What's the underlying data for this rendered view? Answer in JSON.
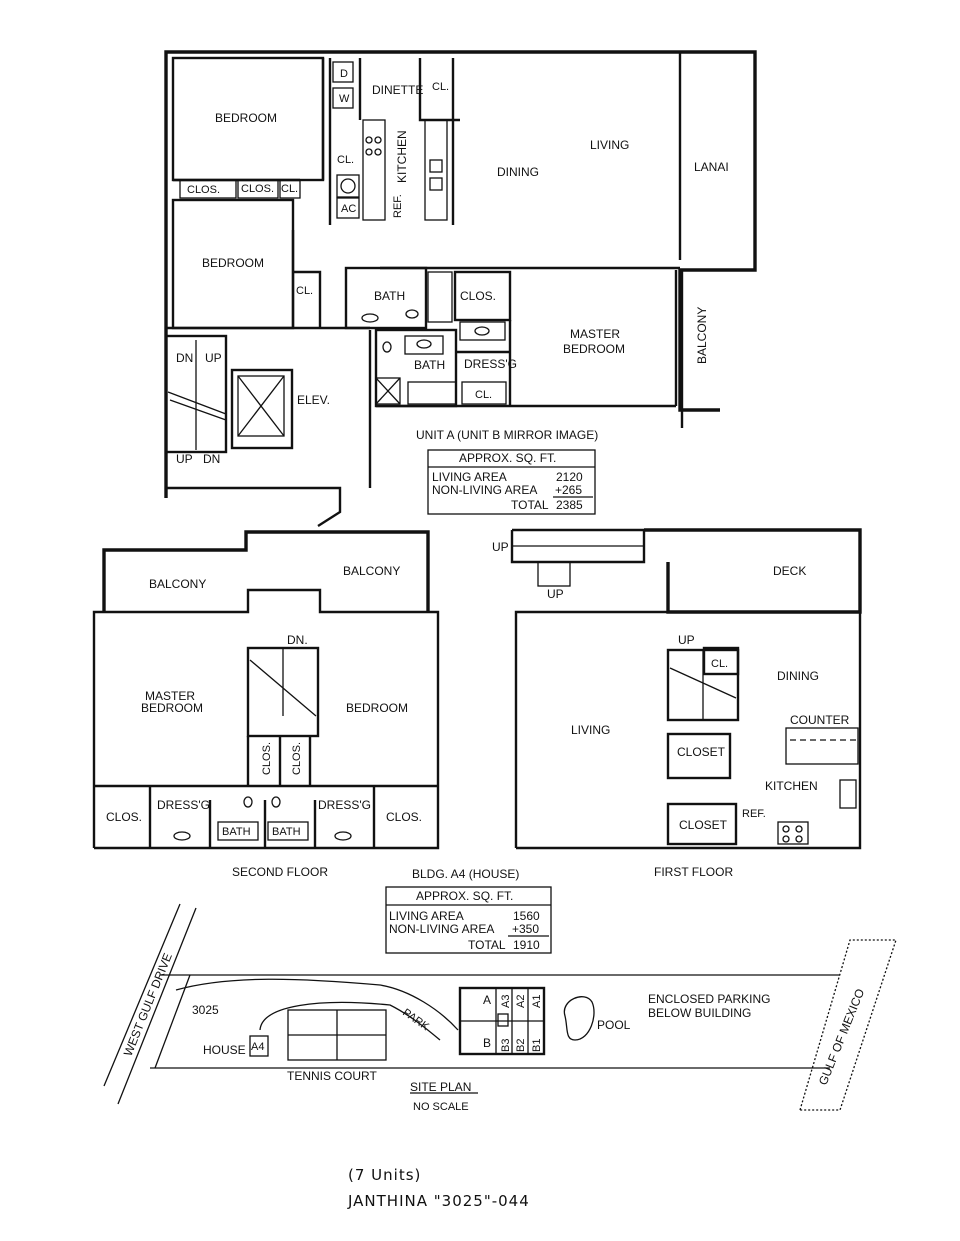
{
  "unit_a": {
    "rooms": {
      "bedroom1": "BEDROOM",
      "bedroom2": "BEDROOM",
      "clos1": "CLOS.",
      "clos2": "CLOS.",
      "cl_small": "CL.",
      "cl_hall": "CL.",
      "dinette": "DINETTE",
      "cl_dinette": "CL.",
      "cl_kitchen": "CL.",
      "kitchen": "KITCHEN",
      "ref": "REF.",
      "washer": "W",
      "dryer": "D",
      "ac": "AC",
      "dining": "DINING",
      "living": "LIVING",
      "lanai": "LANAI",
      "bath1": "BATH",
      "clos_master": "CLOS.",
      "bath2": "BATH",
      "dressg": "DRESS'G",
      "cl_master": "CL.",
      "master_line1": "MASTER",
      "master_line2": "BEDROOM",
      "balcony": "BALCONY",
      "elev": "ELEV.",
      "dn_top": "DN",
      "up_top": "UP",
      "up_bot": "UP",
      "dn_bot": "DN"
    },
    "caption": "UNIT A (UNIT B MIRROR IMAGE)",
    "sqft": {
      "title": "APPROX. SQ. FT.",
      "living_label": "LIVING AREA",
      "living_value": "2120",
      "nonliving_label": "NON-LIVING AREA",
      "nonliving_value": "+265",
      "total_label": "TOTAL",
      "total_value": "2385"
    }
  },
  "second_floor": {
    "balcony_left": "BALCONY",
    "balcony_right": "BALCONY",
    "dn": "DN.",
    "master_line1": "MASTER",
    "master_line2": "BEDROOM",
    "bedroom": "BEDROOM",
    "clos_vert1": "CLOS.",
    "clos_vert2": "CLOS.",
    "clos_left": "CLOS.",
    "dressg_left": "DRESS'G",
    "bath_left": "BATH",
    "bath_right": "BATH",
    "dressg_right": "DRESS'G",
    "clos_right": "CLOS.",
    "caption": "SECOND FLOOR"
  },
  "first_floor": {
    "up_stair": "UP",
    "up_stair2": "UP",
    "deck": "DECK",
    "up_inner": "UP",
    "cl": "CL.",
    "dining": "DINING",
    "living": "LIVING",
    "counter": "COUNTER",
    "closet1": "CLOSET",
    "kitchen": "KITCHEN",
    "ref": "REF.",
    "closet2": "CLOSET",
    "caption": "FIRST FLOOR"
  },
  "building_caption": "BLDG. A4 (HOUSE)",
  "house_sqft": {
    "title": "APPROX. SQ. FT.",
    "living_label": "LIVING AREA",
    "living_value": "1560",
    "nonliving_label": "NON-LIVING AREA",
    "nonliving_value": "+350",
    "total_label": "TOTAL",
    "total_value": "1910"
  },
  "site_plan": {
    "road": "WEST GULF DRIVE",
    "address": "3025",
    "house": "HOUSE",
    "a4": "A4",
    "tennis": "TENNIS COURT",
    "park": "PARK",
    "unit_a": "A",
    "unit_b": "B",
    "a3": "A3",
    "a2": "A2",
    "a1": "A1",
    "b3": "B3",
    "b2": "B2",
    "b1": "B1",
    "pool": "POOL",
    "parking_line1": "ENCLOSED PARKING",
    "parking_line2": "BELOW BUILDING",
    "gulf": "GULF OF MEXICO",
    "title": "SITE PLAN",
    "scale": "NO SCALE"
  },
  "footer": {
    "units": "(7 Units)",
    "name": "JANTHINA \"3025\"-044"
  }
}
